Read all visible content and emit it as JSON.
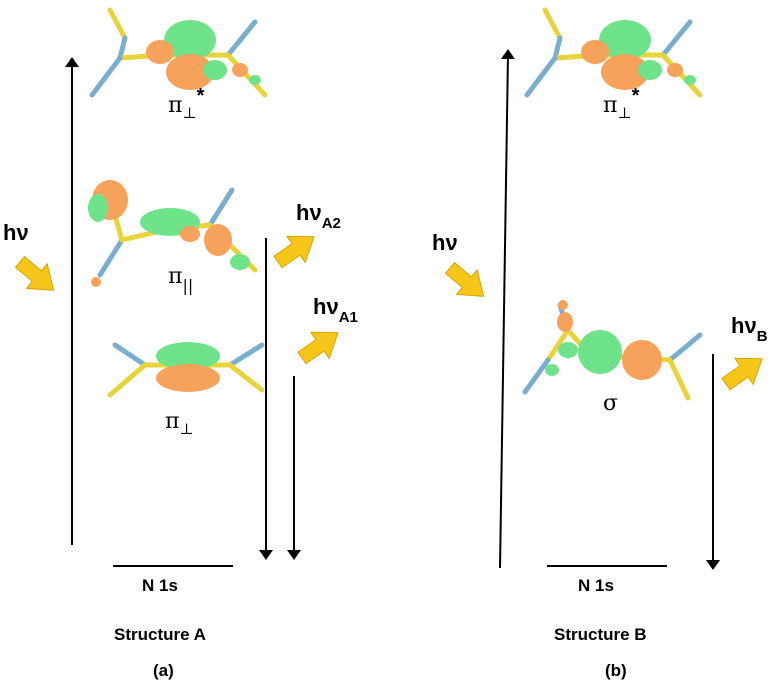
{
  "panel_a": {
    "structure": "Structure A",
    "tag": "(a)",
    "ground_level": "N 1s",
    "excitation": "hν",
    "orbitals": {
      "upper": {
        "sym": "π",
        "sub": "⊥",
        "sup": "*"
      },
      "middle": {
        "sym": "π",
        "sub": "||"
      },
      "lower": {
        "sym": "π",
        "sub": "⊥"
      }
    },
    "emissions": [
      {
        "main": "hν",
        "sub": "A2"
      },
      {
        "main": "hν",
        "sub": "A1"
      }
    ]
  },
  "panel_b": {
    "structure": "Structure B",
    "tag": "(b)",
    "ground_level": "N 1s",
    "excitation": "hν",
    "orbitals": {
      "upper": {
        "sym": "π",
        "sub": "⊥",
        "sup": "*"
      },
      "lower": {
        "sym": "σ"
      }
    },
    "emissions": [
      {
        "main": "hν",
        "sub": "B"
      }
    ]
  },
  "colors": {
    "lobe_green": "#6ee38a",
    "lobe_orange": "#f7a25a",
    "bond_yellow": "#e8d43a",
    "bond_blue": "#7aaed0",
    "photon_arrow": "#f5c518"
  }
}
